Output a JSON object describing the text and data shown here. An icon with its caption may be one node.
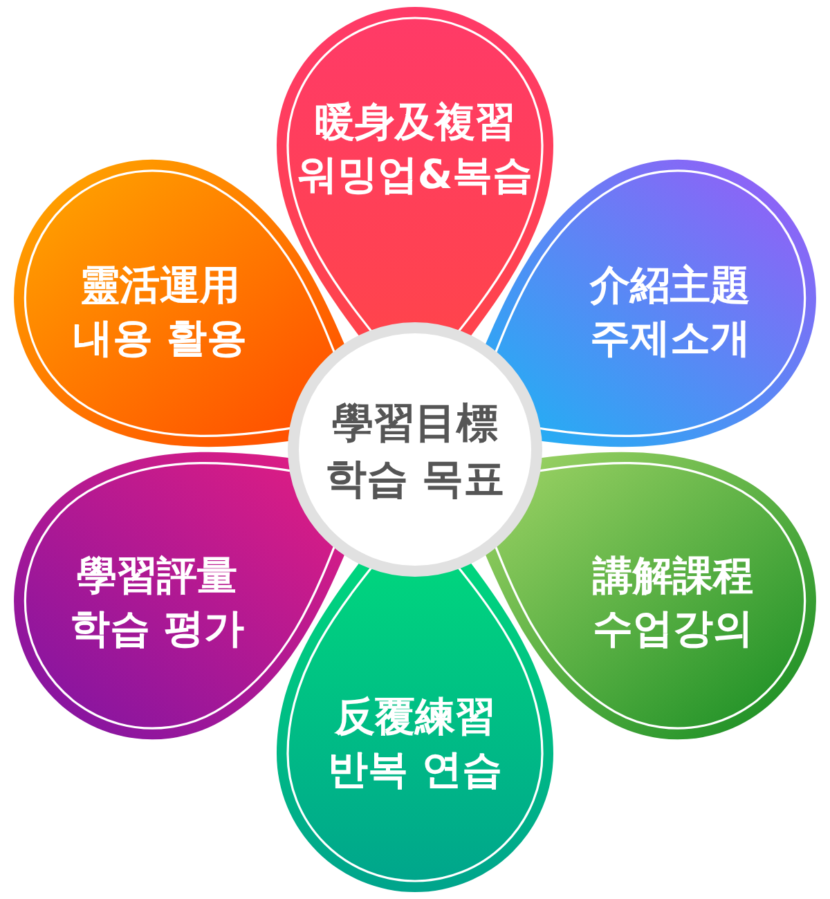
{
  "diagram": {
    "nodes": [
      {
        "text": [
          "學習目標",
          "학습 목표"
        ]
      },
      {
        "text": [
          "暖身及複習",
          "워밍업&복습"
        ]
      },
      {
        "text": [
          "介紹主題",
          "주제소개"
        ]
      },
      {
        "text": [
          "講解課程",
          "수업강의"
        ]
      },
      {
        "text": [
          "反覆練習",
          "반복 연습"
        ]
      },
      {
        "text": [
          "學習評量",
          "학습 평가"
        ]
      },
      {
        "text": [
          "靈活運用",
          "내용 활용"
        ]
      }
    ]
  }
}
